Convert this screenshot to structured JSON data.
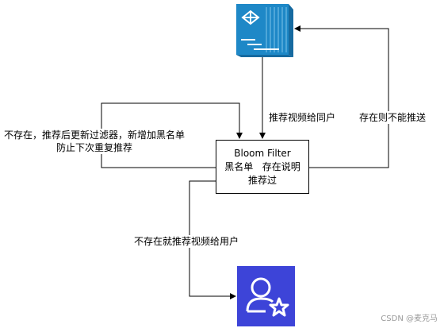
{
  "bloom_filter": {
    "title": "Bloom Filter",
    "line2": "黑名单   存在说明",
    "line3": "推荐过"
  },
  "labels": {
    "recommend_to_user": "推荐视频给同户",
    "exists_no_push": "存在则不能推送",
    "not_exist_line1": "不存在，推荐后更新过滤器，新增加黑名单",
    "not_exist_line2": "防止下次重复推荐",
    "not_exist_push": "不存在就推荐视频给用户"
  },
  "icons": {
    "top": "network-server-icon",
    "bottom": "user-favorite-icon"
  },
  "colors": {
    "server_blue": "#1e88c7",
    "user_blue": "#3d44d8"
  },
  "watermark": "CSDN @麦克马"
}
